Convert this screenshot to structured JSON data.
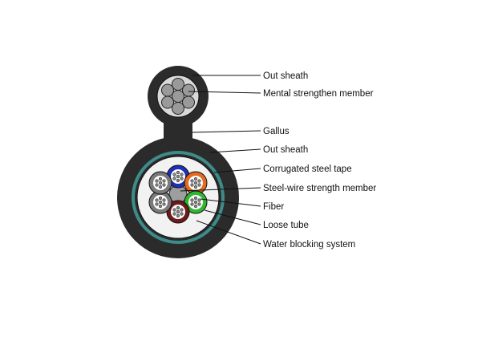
{
  "labels": {
    "out_sheath_top": "Out sheath",
    "mental_strengthen_member": "Mental strengthen member",
    "gallus": "Gallus",
    "out_sheath": "Out sheath",
    "corrugated_steel_tape": "Corrugated steel tape",
    "steel_wire_strength_member": "Steel-wire strength member",
    "fiber": "Fiber",
    "loose_tube": "Loose tube",
    "water_blocking_system": "Water blocking system"
  },
  "colors": {
    "sheath": "#2b2b2b",
    "corrugated_ring": "#3d8c8a",
    "inner_fill": "#f2f2f2",
    "steel_wire": "#9e9e9e",
    "tube_blue": "#1f2fb8",
    "tube_orange": "#e36a1f",
    "tube_green": "#2fb82f",
    "tube_brown": "#6e1a1a",
    "tube_gray_1": "#7a7a7a",
    "tube_gray_2": "#7a7a7a",
    "leader_line": "#111111"
  }
}
